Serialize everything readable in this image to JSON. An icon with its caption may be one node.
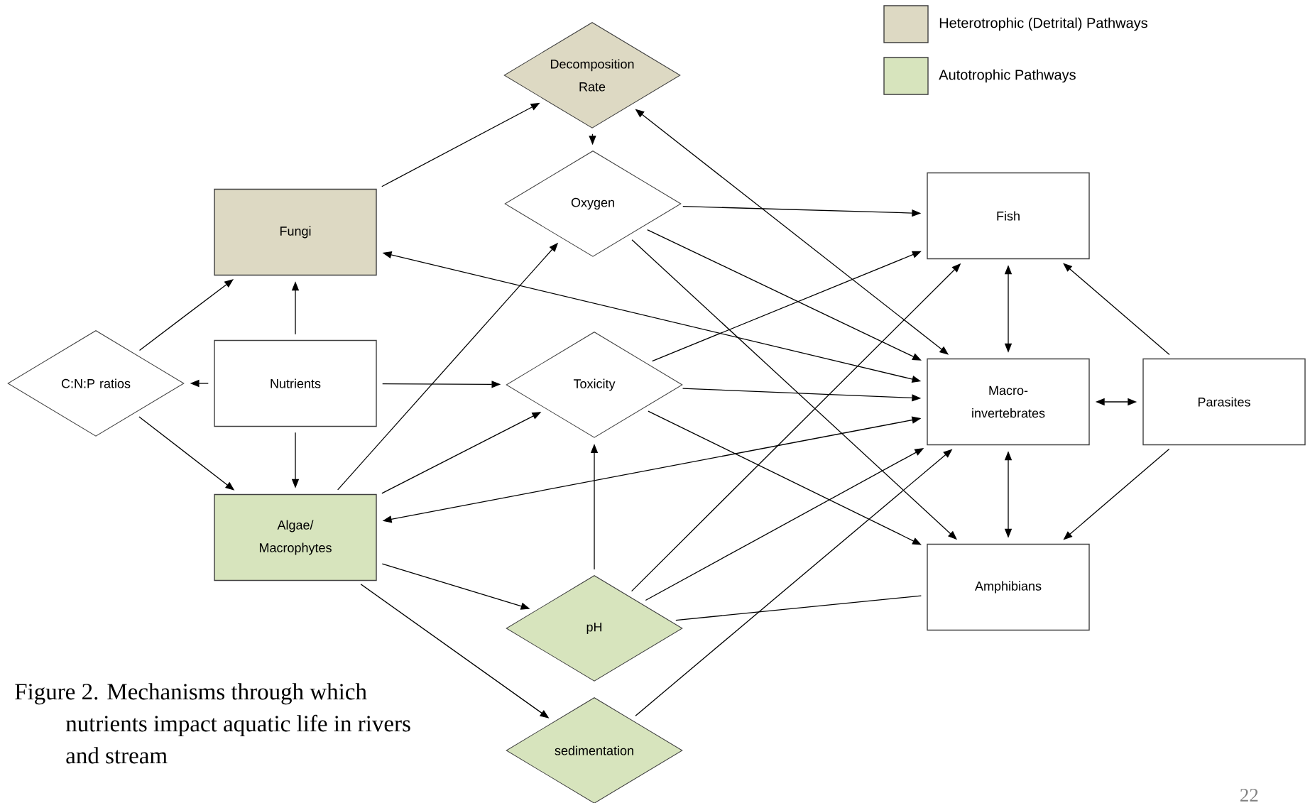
{
  "diagram": {
    "caption": "Figure 2.  Mechanisms through which nutrients impact aquatic life in rivers and stream",
    "nodes": [
      {
        "text": [
          "Decomposition Rate"
        ]
      },
      {
        "text": [
          "Oxygen"
        ]
      },
      {
        "text": [
          "Fungi"
        ]
      },
      {
        "text": [
          "C:N:P ratios"
        ]
      },
      {
        "text": [
          "Nutrients"
        ]
      },
      {
        "text": [
          "Toxicity"
        ]
      },
      {
        "text": [
          "Algae/ Macrophytes"
        ]
      },
      {
        "text": [
          "pH"
        ]
      },
      {
        "text": [
          "sedimentation"
        ]
      },
      {
        "text": [
          "Fish"
        ]
      },
      {
        "text": [
          "Macro- invertebrates"
        ]
      },
      {
        "text": [
          "Amphibians"
        ]
      },
      {
        "text": [
          "Parasites"
        ]
      }
    ],
    "edges": [
      {
        "from": 2,
        "to": 0,
        "arrow": "to"
      },
      {
        "from": 0,
        "to": 1,
        "arrow": "to"
      },
      {
        "from": 3,
        "to": 2,
        "arrow": "to"
      },
      {
        "from": 4,
        "to": 2,
        "arrow": "to"
      },
      {
        "from": 4,
        "to": 3,
        "arrow": "to"
      },
      {
        "from": 4,
        "to": 5,
        "arrow": "to"
      },
      {
        "from": 4,
        "to": 6,
        "arrow": "to"
      },
      {
        "from": 3,
        "to": 6,
        "arrow": "to"
      },
      {
        "from": 6,
        "to": 1,
        "arrow": "to"
      },
      {
        "from": 6,
        "to": 5,
        "arrow": "to"
      },
      {
        "from": 6,
        "to": 7,
        "arrow": "to"
      },
      {
        "from": 6,
        "to": 8,
        "arrow": "to"
      },
      {
        "from": 7,
        "to": 5,
        "arrow": "to"
      },
      {
        "from": 10,
        "to": 6,
        "arrow": "both"
      },
      {
        "from": 10,
        "to": 2,
        "arrow": "both"
      },
      {
        "from": 10,
        "to": 0,
        "arrow": "both"
      },
      {
        "from": 1,
        "to": 9,
        "arrow": "to"
      },
      {
        "from": 1,
        "to": 10,
        "arrow": "to"
      },
      {
        "from": 1,
        "to": 11,
        "arrow": "to"
      },
      {
        "from": 5,
        "to": 9,
        "arrow": "to"
      },
      {
        "from": 5,
        "to": 10,
        "arrow": "to"
      },
      {
        "from": 5,
        "to": 11,
        "arrow": "to"
      },
      {
        "from": 7,
        "to": 9,
        "arrow": "to"
      },
      {
        "from": 7,
        "to": 10,
        "arrow": "to"
      },
      {
        "from": 7,
        "to": 11,
        "arrow": "none"
      },
      {
        "from": 8,
        "to": 10,
        "arrow": "to"
      },
      {
        "from": 9,
        "to": 10,
        "arrow": "both"
      },
      {
        "from": 10,
        "to": 11,
        "arrow": "both"
      },
      {
        "from": 10,
        "to": 12,
        "arrow": "both"
      },
      {
        "from": 12,
        "to": 9,
        "arrow": "to"
      },
      {
        "from": 12,
        "to": 11,
        "arrow": "to"
      }
    ],
    "labels": [
      "22"
    ],
    "legend": [
      {
        "text": "Heterotrophic (Detrital) Pathways",
        "color": "#ddd9c3"
      },
      {
        "text": "Autotrophic Pathways",
        "color": "#d7e4bd"
      }
    ]
  }
}
